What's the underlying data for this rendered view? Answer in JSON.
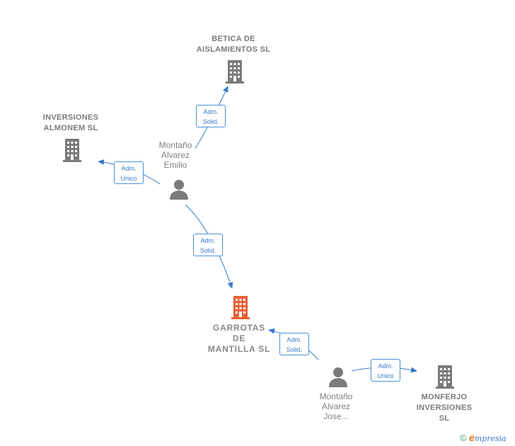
{
  "colors": {
    "company": "#7b7b7b",
    "main_company": "#e8623a",
    "person": "#7b7b7b",
    "edge": "#3a7ac8"
  },
  "companies": {
    "betica": {
      "label": "BETICA DE\nAISLAMIENTOS SL"
    },
    "almonem": {
      "label": "INVERSIONES\nALMONEM  SL"
    },
    "garrotas": {
      "label": "GARROTAS\nDE\nMANTILLA  SL"
    },
    "monferjo": {
      "label": "MONFERJO\nINVERSIONES\nSL"
    }
  },
  "persons": {
    "emilio": {
      "label": "Montaño\nAlvarez\nEmilio"
    },
    "jose": {
      "label": "Montaño\nAlvarez\nJose..."
    }
  },
  "relations": {
    "r1": {
      "label": "Adm.\nSolid."
    },
    "r2": {
      "label": "Adm.\nUnico"
    },
    "r3": {
      "label": "Adm.\nSolid."
    },
    "r4": {
      "label": "Adm.\nSolid."
    },
    "r5": {
      "label": "Adm.\nUnico"
    }
  },
  "footer": {
    "copyright": "©",
    "brand_first": "e",
    "brand_rest": "mpresia"
  }
}
